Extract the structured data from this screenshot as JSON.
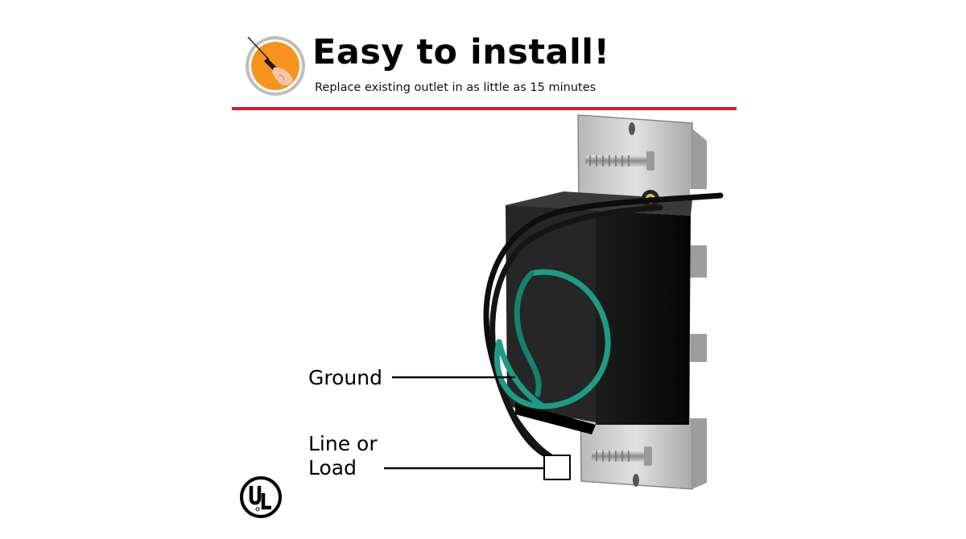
{
  "header": {
    "title": "Easy to install!",
    "subtitle": "Replace existing outlet in as little as 15 minutes",
    "badge_icon": "screwdriver-hand-icon",
    "rule_color": "#d21f25",
    "badge_color": "#f7941d"
  },
  "callouts": {
    "ground": "Ground",
    "line_or_load": "Line or Load"
  },
  "certification": {
    "mark_icon": "ul-listed-icon"
  },
  "colors": {
    "wire_green": "#1e9b86",
    "housing": "#111111",
    "strap": "#c9c9c9"
  }
}
